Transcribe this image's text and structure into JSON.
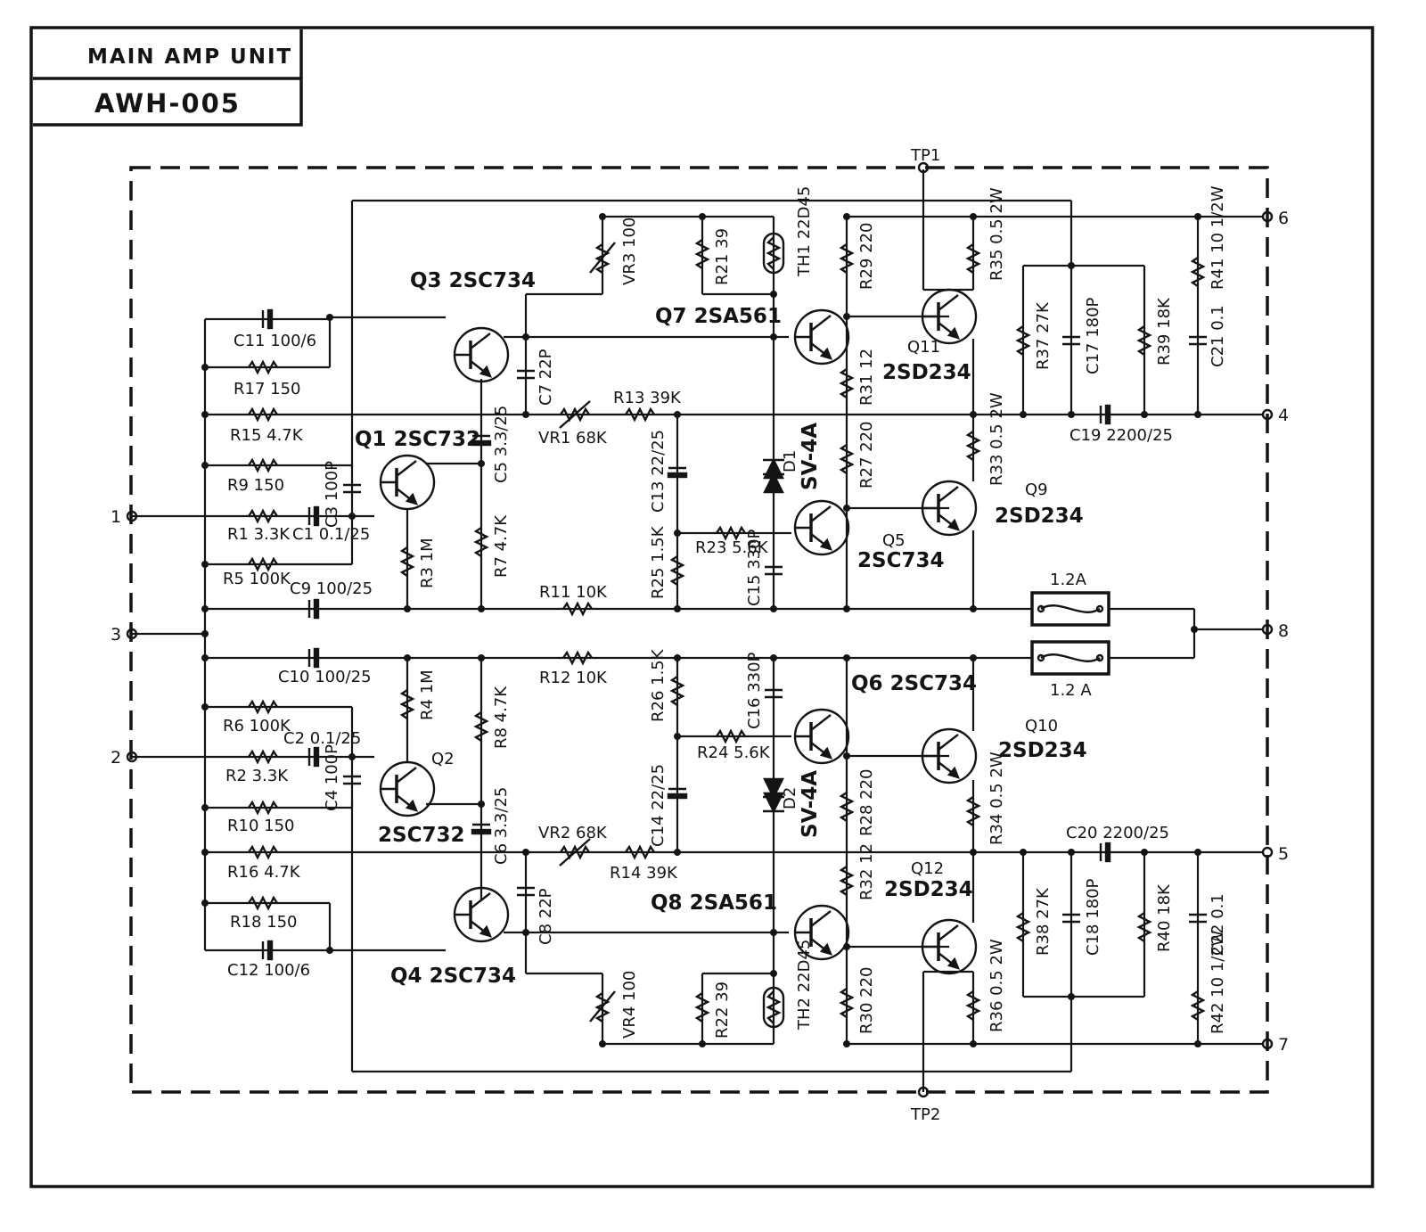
{
  "title_block": {
    "unit": "MAIN AMP UNIT",
    "model": "AWH-005"
  },
  "terminals": {
    "t1": "1",
    "t2": "2",
    "t3": "3",
    "t4": "4",
    "t5": "5",
    "t6": "6",
    "t7": "7",
    "t8": "8",
    "tp1": "TP1",
    "tp2": "TP2"
  },
  "transistors": {
    "q1": "Q1 2SC732",
    "q2": "Q2",
    "q2_type": "2SC732",
    "q3": "Q3 2SC734",
    "q4": "Q4 2SC734",
    "q5": "Q5",
    "q5_type": "2SC734",
    "q6": "Q6 2SC734",
    "q7": "Q7 2SA561",
    "q8": "Q8 2SA561",
    "q9": "Q9",
    "q9_type": "2SD234",
    "q10": "Q10",
    "q10_type": "2SD234",
    "q11": "Q11",
    "q11_type": "2SD234",
    "q12": "Q12",
    "q12_type": "2SD234"
  },
  "diodes": {
    "d1": "D1",
    "d1_type": "SV-4A",
    "d2": "D2",
    "d2_type": "SV-4A"
  },
  "thermistors": {
    "th1": "TH1 22D45",
    "th2": "TH2 22D45"
  },
  "fuses": {
    "f1": "1.2A",
    "f2": "1.2 A"
  },
  "resistors": {
    "r1": "R1 3.3K",
    "r2": "R2 3.3K",
    "r3": "R3 1M",
    "r4": "R4 1M",
    "r5": "R5 100K",
    "r6": "R6 100K",
    "r7": "R7 4.7K",
    "r8": "R8 4.7K",
    "r9": "R9 150",
    "r10": "R10 150",
    "r11": "R11 10K",
    "r12": "R12 10K",
    "r13": "R13 39K",
    "r14": "R14 39K",
    "r15": "R15 4.7K",
    "r16": "R16 4.7K",
    "r17": "R17 150",
    "r18": "R18 150",
    "r21": "R21 39",
    "r22": "R22 39",
    "r23": "R23 5.6K",
    "r24": "R24 5.6K",
    "r25": "R25 1.5K",
    "r26": "R26 1.5K",
    "r27": "R27 220",
    "r28": "R28 220",
    "r29": "R29 220",
    "r30": "R30 220",
    "r31": "R31 12",
    "r32": "R32 12",
    "r33": "R33 0.5 2W",
    "r34": "R34 0.5 2W",
    "r35": "R35 0.5 2W",
    "r36": "R36 0.5 2W",
    "r37": "R37 27K",
    "r38": "R38 27K",
    "r39": "R39 18K",
    "r40": "R40 18K",
    "r41": "R41 10 1/2W",
    "r42": "R42 10 1/2W"
  },
  "variable_resistors": {
    "vr1": "VR1 68K",
    "vr2": "VR2 68K",
    "vr3": "VR3 100",
    "vr4": "VR4 100"
  },
  "capacitors": {
    "c1": "C1 0.1/25",
    "c2": "C2 0.1/25",
    "c3": "C3 100P",
    "c4": "C4 100P",
    "c5": "C5 3.3/25",
    "c6": "C6 3.3/25",
    "c7": "C7 22P",
    "c8": "C8 22P",
    "c9": "C9 100/25",
    "c10": "C10 100/25",
    "c11": "C11 100/6",
    "c12": "C12 100/6",
    "c13": "C13 22/25",
    "c14": "C14 22/25",
    "c15": "C15 330P",
    "c16": "C16 330P",
    "c17": "C17 180P",
    "c18": "C18 180P",
    "c19": "C19 2200/25",
    "c20": "C20 2200/25",
    "c21": "C21 0.1",
    "c22": "C22 0.1"
  }
}
